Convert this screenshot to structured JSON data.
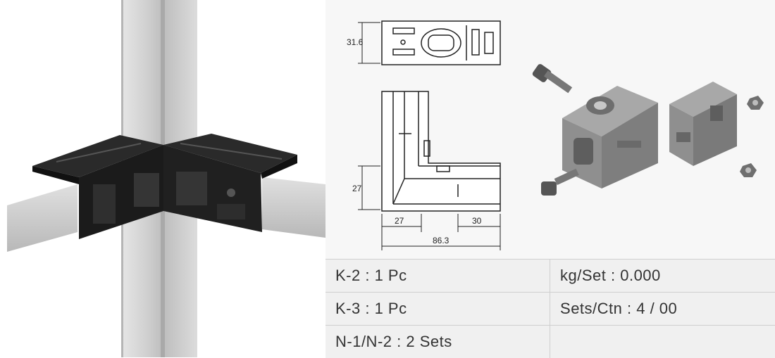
{
  "dimensions": {
    "height_top": "31.6",
    "height_side": "27",
    "width_left": "27",
    "width_right": "30",
    "width_total": "86.3"
  },
  "specs": {
    "rows": [
      {
        "left": "K-2 : 1 Pc",
        "right": "kg/Set : 0.000"
      },
      {
        "left": "K-3 : 1 Pc",
        "right": "Sets/Ctn : 4 / 00"
      },
      {
        "left": "N-1/N-2 : 2 Sets",
        "right": ""
      }
    ]
  },
  "colors": {
    "connector": "#1b1b1b",
    "aluminum": "#c9c9c9",
    "part_gray": "#8a8a8a"
  }
}
